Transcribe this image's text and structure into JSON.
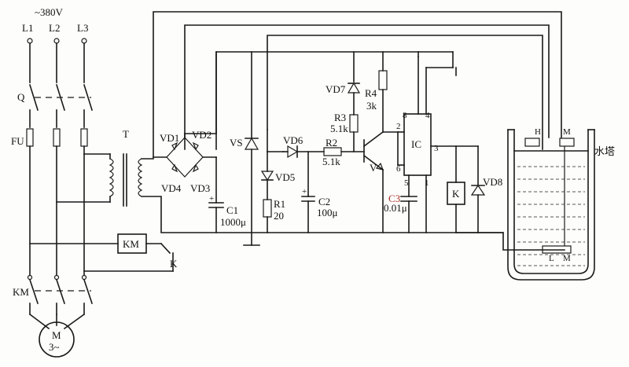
{
  "supply": {
    "voltage": "~380V",
    "phases": [
      "L1",
      "L2",
      "L3"
    ]
  },
  "components": {
    "switch": "Q",
    "fuse": "FU",
    "transformer": "T",
    "bridge": [
      "VD1",
      "VD2",
      "VD4",
      "VD3"
    ],
    "contactor_coil": "KM",
    "contactor_contacts": "KM",
    "relay_contact": "K",
    "motor": {
      "name": "M",
      "type": "3~"
    },
    "zener": "VS",
    "c1": {
      "name": "C1",
      "value": "1000μ"
    },
    "vd5": "VD5",
    "r1": {
      "name": "R1",
      "value": "20"
    },
    "vd6": "VD6",
    "c2": {
      "name": "C2",
      "value": "100μ"
    },
    "vd7": "VD7",
    "r3": {
      "name": "R3",
      "value": "5.1k"
    },
    "r4": {
      "name": "R4",
      "value": "3k"
    },
    "r2": {
      "name": "R2",
      "value": "5.1k"
    },
    "transistor": "V",
    "ic": {
      "name": "IC",
      "pins": [
        "8",
        "4",
        "2",
        "3",
        "6",
        "5",
        "1"
      ]
    },
    "c3": {
      "name": "C3",
      "value": "0.01μ"
    },
    "relay": "K",
    "vd8": "VD8"
  },
  "tank": {
    "label": "水塔",
    "electrodes": {
      "high": "H",
      "common": "M",
      "low": "L",
      "low_common": "M"
    }
  }
}
